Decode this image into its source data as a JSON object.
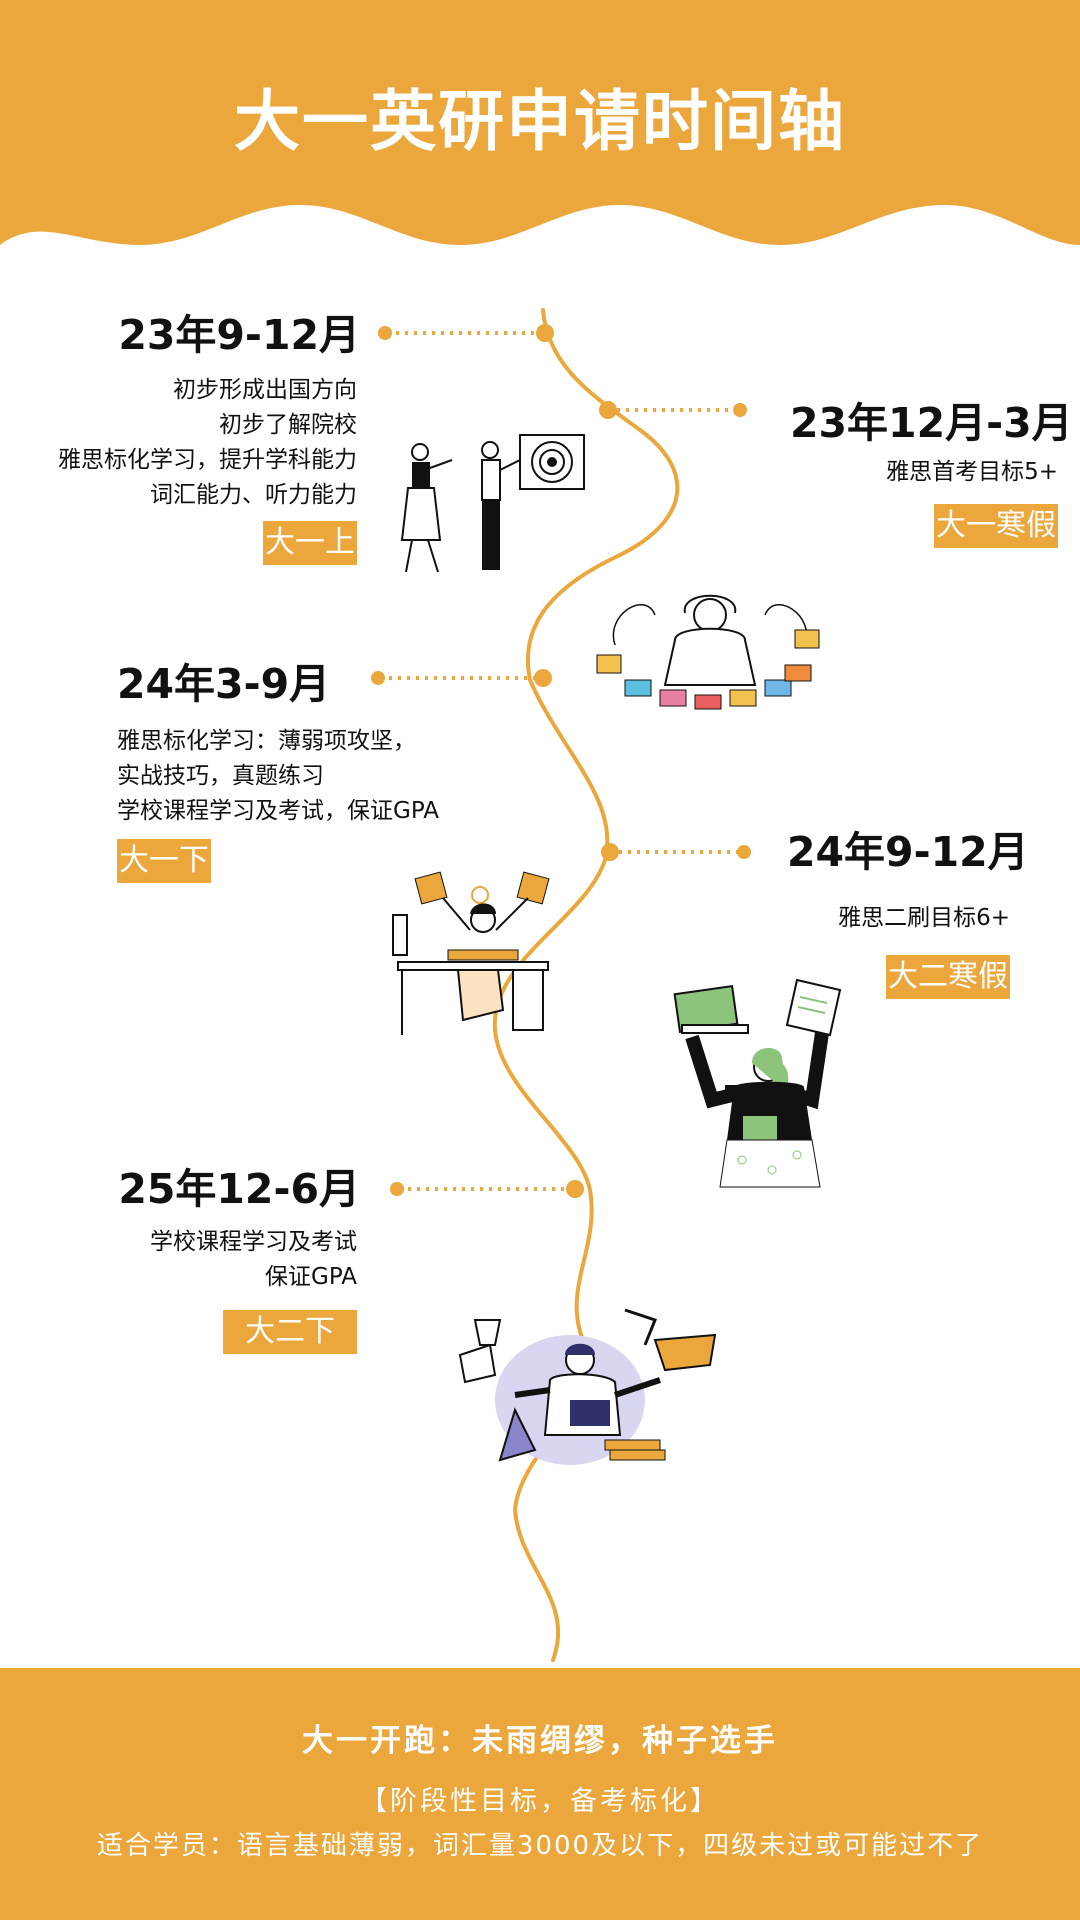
{
  "colors": {
    "accent": "#eba63c",
    "text": "#111111",
    "white": "#ffffff",
    "illus_purple": "#8a84c8",
    "illus_green": "#8bc47a"
  },
  "header": {
    "title": "大一英研申请时间轴"
  },
  "stages": [
    {
      "date": "23年9-12月",
      "lines": [
        "初步形成出国方向",
        "初步了解院校",
        "雅思标化学习，提升学科能力",
        "词汇能力、听力能力"
      ],
      "badge": "大一上",
      "illustration": "two-people-with-target-illustration"
    },
    {
      "date": "23年12月-3月",
      "lines": [
        "雅思首考目标5+"
      ],
      "badge": "大一寒假",
      "illustration": "stressed-person-with-papers-illustration"
    },
    {
      "date": "24年3-9月",
      "lines": [
        "雅思标化学习：薄弱项攻坚，",
        "实战技巧，真题练习",
        "学校课程学习及考试，保证GPA"
      ],
      "badge": "大一下",
      "illustration": "multitasking-person-at-desk-illustration"
    },
    {
      "date": "24年9-12月",
      "lines": [
        "雅思二刷目标6+"
      ],
      "badge": "大二寒假",
      "illustration": "woman-holding-laptop-and-papers-illustration"
    },
    {
      "date": "25年12-6月",
      "lines": [
        "学校课程学习及考试",
        "保证GPA"
      ],
      "badge": "大二下",
      "illustration": "busy-person-with-flying-items-illustration"
    }
  ],
  "footer": {
    "headline": "大一开跑：未雨绸缪，种子选手",
    "subtitle": "【阶段性目标，备考标化】",
    "audience": "适合学员：语言基础薄弱，词汇量3000及以下，四级未过或可能过不了"
  }
}
